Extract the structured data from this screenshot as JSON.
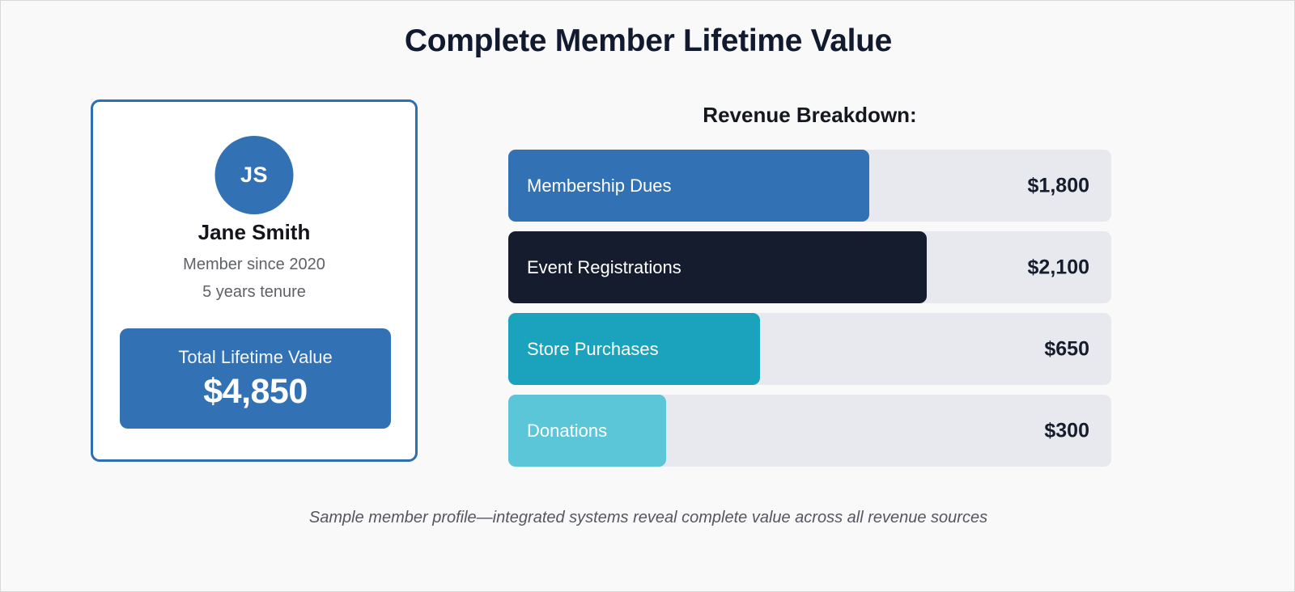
{
  "page": {
    "title": "Complete Member Lifetime Value",
    "caption": "Sample member profile—integrated systems reveal complete value across all revenue sources",
    "background": "#f9f9fa",
    "border_color": "#d8d8da"
  },
  "member_card": {
    "avatar_initials": "JS",
    "avatar_color": "#3272b4",
    "border_color": "#2d6fb0",
    "name": "Jane Smith",
    "member_since": "Member since 2020",
    "tenure": "5 years tenure",
    "ltv_label": "Total Lifetime Value",
    "ltv_value": "$4,850",
    "ltv_box_color": "#3272b4"
  },
  "revenue": {
    "heading": "Revenue Breakdown:",
    "track_color": "#e7e9ee",
    "items": [
      {
        "label": "Membership Dues",
        "amount": "$1,800",
        "value": 1800,
        "color": "#3272b4",
        "fill_percent": "59.9%"
      },
      {
        "label": "Event Registrations",
        "amount": "$2,100",
        "value": 2100,
        "color": "#141c2e",
        "fill_percent": "69.4%"
      },
      {
        "label": "Store Purchases",
        "amount": "$650",
        "value": 650,
        "color": "#1ba3bd",
        "fill_percent": "41.7%"
      },
      {
        "label": "Donations",
        "amount": "$300",
        "value": 300,
        "color": "#5bc6d8",
        "fill_percent": "26.2%"
      }
    ]
  },
  "chart_data": {
    "type": "bar",
    "title": "Revenue Breakdown:",
    "orientation": "horizontal",
    "categories": [
      "Membership Dues",
      "Event Registrations",
      "Store Purchases",
      "Donations"
    ],
    "values": [
      1800,
      2100,
      650,
      300
    ],
    "value_labels": [
      "$1,800",
      "$2,100",
      "$650",
      "$300"
    ],
    "colors": [
      "#3272b4",
      "#141c2e",
      "#1ba3bd",
      "#5bc6d8"
    ],
    "total": 4850,
    "total_label": "$4,850",
    "xlabel": "",
    "ylabel": "",
    "xlim": [
      0,
      3025
    ],
    "grid": false,
    "legend": false
  }
}
